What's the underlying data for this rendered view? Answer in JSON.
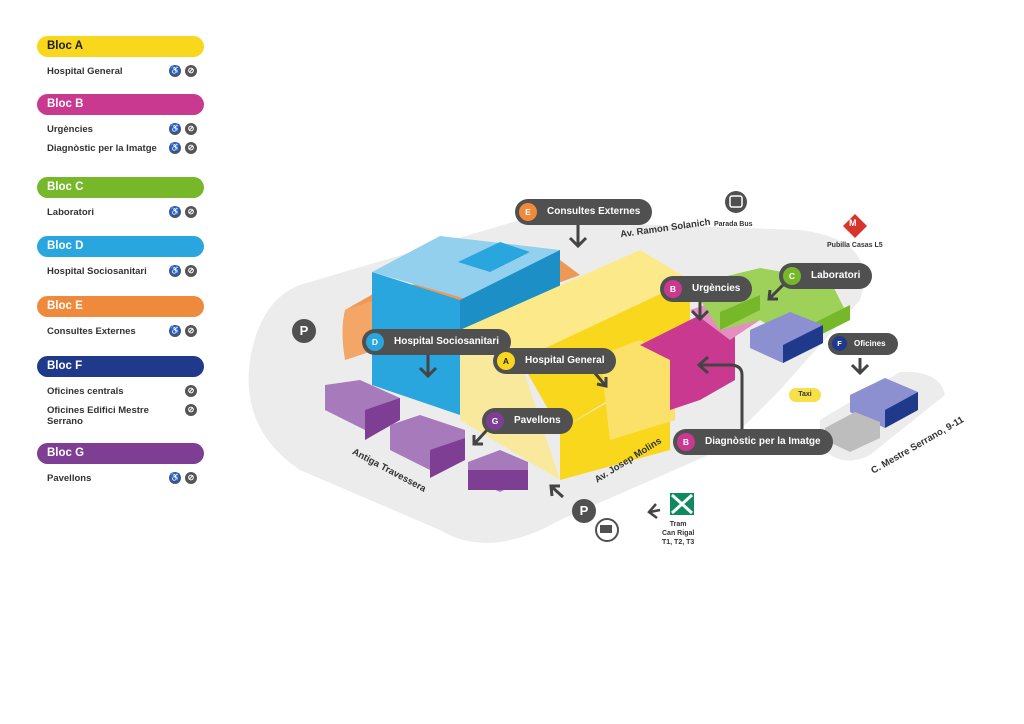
{
  "colors": {
    "bloc_a": "#f9d71c",
    "bloc_b": "#c9398f",
    "bloc_c": "#76b82a",
    "bloc_d": "#2aa6df",
    "bloc_e": "#ef8a3c",
    "bloc_f": "#1f3a8a",
    "bloc_g": "#7d3e93",
    "label_bg": "#505050",
    "ground": "#ececec"
  },
  "legend": [
    {
      "name": "Bloc A",
      "color": "#f9d71c",
      "items": [
        {
          "label": "Hospital General",
          "icons": [
            "accessible-icon",
            "no-entry-icon"
          ]
        }
      ]
    },
    {
      "name": "Bloc B",
      "color": "#c9398f",
      "items": [
        {
          "label": "Urgències",
          "icons": [
            "accessible-icon",
            "no-entry-icon"
          ]
        },
        {
          "label": "Diagnòstic per la Imatge",
          "icons": [
            "accessible-icon",
            "no-entry-icon"
          ]
        }
      ]
    },
    {
      "name": "Bloc C",
      "color": "#76b82a",
      "items": [
        {
          "label": "Laboratori",
          "icons": [
            "accessible-icon",
            "no-entry-icon"
          ]
        }
      ]
    },
    {
      "name": "Bloc D",
      "color": "#2aa6df",
      "items": [
        {
          "label": "Hospital Sociosanitari",
          "icons": [
            "accessible-icon",
            "no-entry-icon"
          ]
        }
      ]
    },
    {
      "name": "Bloc E",
      "color": "#ef8a3c",
      "items": [
        {
          "label": "Consultes Externes",
          "icons": [
            "accessible-icon",
            "no-entry-icon"
          ]
        }
      ]
    },
    {
      "name": "Bloc F",
      "color": "#1f3a8a",
      "items": [
        {
          "label": "Oficines centrals",
          "icons": [
            "no-entry-icon"
          ]
        },
        {
          "label": "Oficines Edifici Mestre Serrano",
          "icons": [
            "no-entry-icon"
          ]
        }
      ]
    },
    {
      "name": "Bloc G",
      "color": "#7d3e93",
      "items": [
        {
          "label": "Pavellons",
          "icons": [
            "accessible-icon",
            "no-entry-icon"
          ]
        }
      ]
    }
  ],
  "labels": {
    "e": {
      "badge": "E",
      "text": "Consultes Externes",
      "color": "#ef8a3c"
    },
    "b_urg": {
      "badge": "B",
      "text": "Urgències",
      "color": "#c9398f"
    },
    "c": {
      "badge": "C",
      "text": "Laboratori",
      "color": "#76b82a"
    },
    "d": {
      "badge": "D",
      "text": "Hospital Sociosanitari",
      "color": "#2aa6df"
    },
    "a": {
      "badge": "A",
      "text": "Hospital General",
      "color": "#f9d71c"
    },
    "f": {
      "badge": "F",
      "text": "Oficines",
      "color": "#1f3a8a"
    },
    "g": {
      "badge": "G",
      "text": "Pavellons",
      "color": "#7d3e93"
    },
    "b_diag": {
      "badge": "B",
      "text": "Diagnòstic per la Imatge",
      "color": "#c9398f"
    }
  },
  "streets": {
    "ramon": "Av. Ramon Solanich",
    "molins": "Av. Josep Molins",
    "travessera": "Antiga Travessera",
    "mestre": "C. Mestre Serrano, 9-11"
  },
  "poi": {
    "bus": "Parada Bus",
    "metro": "Pubilla Casas L5",
    "metro_letter": "M",
    "taxi": "Taxi",
    "parking": "P",
    "tram_name": "Tram",
    "tram_stop": "Can Rigal",
    "tram_lines": "T1, T2, T3"
  }
}
